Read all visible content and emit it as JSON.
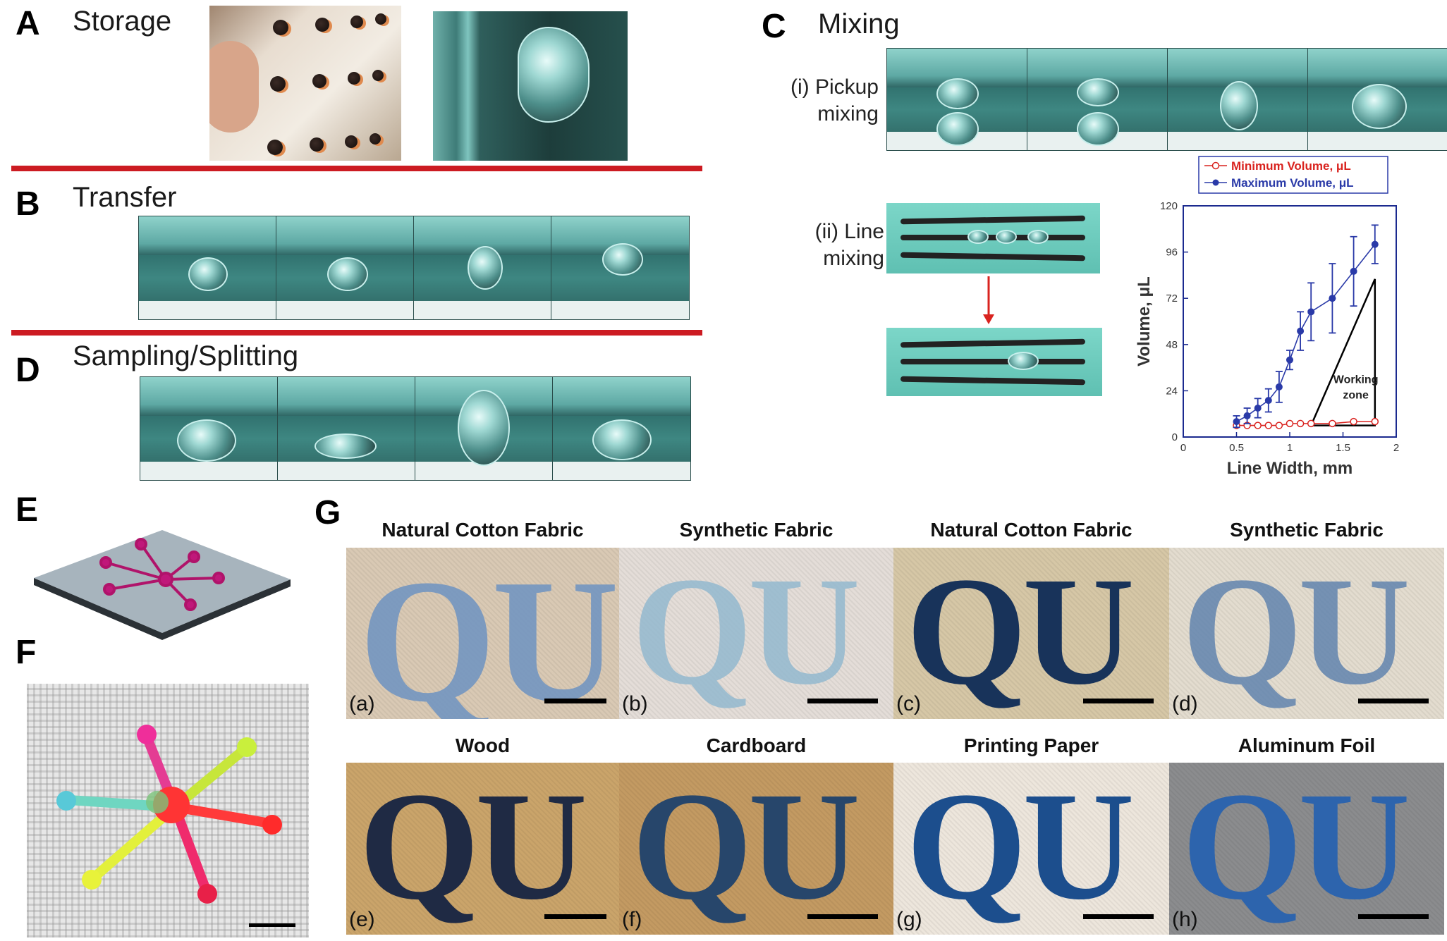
{
  "panels": {
    "A": {
      "letter": "A",
      "title": "Storage"
    },
    "B": {
      "letter": "B",
      "title": "Transfer"
    },
    "C": {
      "letter": "C",
      "title": "Mixing",
      "pickup": "(i) Pickup\nmixing",
      "line": "(ii) Line\nmixing"
    },
    "D": {
      "letter": "D",
      "title": "Sampling/Splitting"
    },
    "E": {
      "letter": "E"
    },
    "F": {
      "letter": "F"
    },
    "G": {
      "letter": "G"
    }
  },
  "g_tiles": [
    {
      "caption": "Natural Cotton Fabric",
      "index": "(a)",
      "bg": "#d9c9b4",
      "ink": "#6e93c2",
      "text": "QU"
    },
    {
      "caption": "Synthetic Fabric",
      "index": "(b)",
      "bg": "#e4ddd8",
      "ink": "#8fb7cf",
      "text": "QU"
    },
    {
      "caption": "Natural Cotton Fabric",
      "index": "(c)",
      "bg": "#d6c7a6",
      "ink": "#18335a",
      "text": "QU"
    },
    {
      "caption": "Synthetic Fabric",
      "index": "(d)",
      "bg": "#e3dccf",
      "ink": "#5a7fad",
      "text": "QU"
    },
    {
      "caption": "Wood",
      "index": "(e)",
      "bg": "#caa46a",
      "ink": "#1f2a44",
      "text": "QU"
    },
    {
      "caption": "Cardboard",
      "index": "(f)",
      "bg": "#c39a62",
      "ink": "#27466b",
      "text": "QU"
    },
    {
      "caption": "Printing Paper",
      "index": "(g)",
      "bg": "#ede6dc",
      "ink": "#1c4e8d",
      "text": "QU"
    },
    {
      "caption": "Aluminum Foil",
      "index": "(h)",
      "bg": "#8b8c8e",
      "ink": "#2d64ad",
      "text": "QU"
    }
  ],
  "chart_data": {
    "type": "line",
    "xlabel": "Line Width, mm",
    "ylabel": "Volume, μL",
    "xlim": [
      0,
      2
    ],
    "ylim": [
      0,
      120
    ],
    "xticks": [
      "0",
      "0.5",
      "1",
      "1.5",
      "2"
    ],
    "yticks": [
      "0",
      "24",
      "48",
      "72",
      "96",
      "120"
    ],
    "legend_position": "top",
    "series": [
      {
        "name": "Minimum Volume, μL",
        "color": "#d9231f",
        "marker": "open-circle",
        "x": [
          0.5,
          0.6,
          0.7,
          0.8,
          0.9,
          1.0,
          1.1,
          1.2,
          1.4,
          1.6,
          1.8
        ],
        "y": [
          6,
          6,
          6,
          6,
          6,
          7,
          7,
          7,
          7,
          8,
          8
        ]
      },
      {
        "name": "Maximum Volume, μL",
        "color": "#2a3aa8",
        "marker": "filled-circle",
        "x": [
          0.5,
          0.6,
          0.7,
          0.8,
          0.9,
          1.0,
          1.1,
          1.2,
          1.4,
          1.6,
          1.8
        ],
        "y": [
          8,
          11,
          15,
          19,
          26,
          40,
          55,
          65,
          72,
          86,
          100
        ],
        "err": [
          3,
          4,
          5,
          6,
          8,
          5,
          10,
          15,
          18,
          18,
          10
        ]
      }
    ],
    "annotation": "Working\nzone"
  }
}
